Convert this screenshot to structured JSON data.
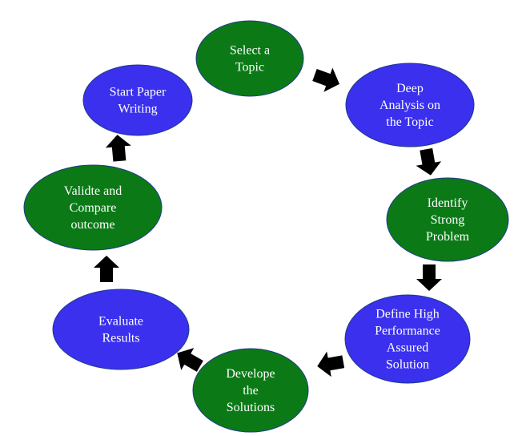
{
  "colors": {
    "green": "#0b7a16",
    "blue": "#3a30ee",
    "node_stroke": "#1d3a8a",
    "arrow": "#000000",
    "text": "#ffffff"
  },
  "nodes": [
    {
      "id": "select-topic",
      "lines": [
        "Select a",
        "Topic"
      ],
      "color": "green"
    },
    {
      "id": "deep-analysis",
      "lines": [
        "Deep",
        "Analysis on",
        "the Topic"
      ],
      "color": "blue"
    },
    {
      "id": "identify-problem",
      "lines": [
        "Identify",
        "Strong",
        "Problem"
      ],
      "color": "green"
    },
    {
      "id": "define-solution",
      "lines": [
        "Define High",
        "Performance",
        "Assured",
        "Solution"
      ],
      "color": "blue"
    },
    {
      "id": "develope-solutions",
      "lines": [
        "Develope",
        "the",
        "Solutions"
      ],
      "color": "green"
    },
    {
      "id": "evaluate-results",
      "lines": [
        "Evaluate",
        "Results"
      ],
      "color": "blue"
    },
    {
      "id": "validate-compare",
      "lines": [
        "Validte and",
        "Compare",
        "outcome"
      ],
      "color": "green"
    },
    {
      "id": "start-writing",
      "lines": [
        "Start Paper",
        "Writing"
      ],
      "color": "blue"
    }
  ]
}
